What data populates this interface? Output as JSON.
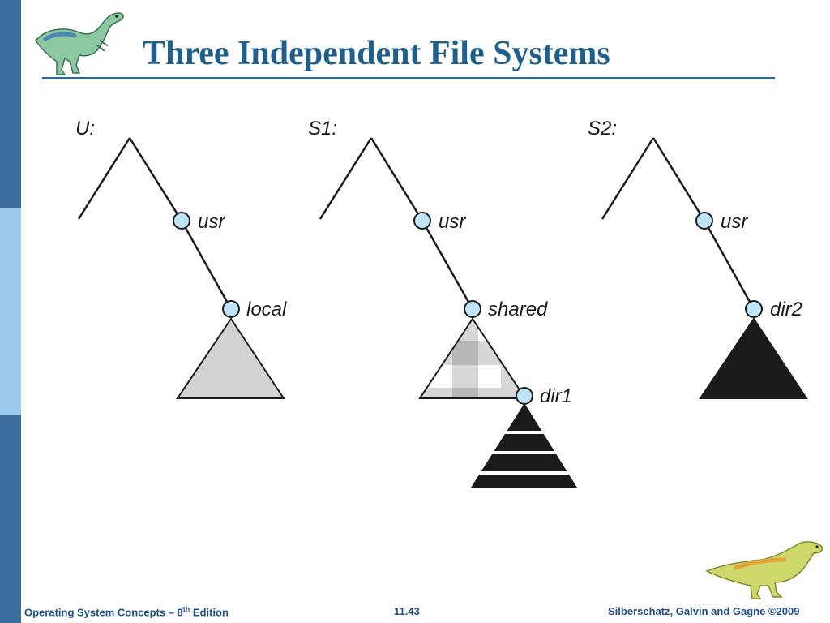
{
  "colors": {
    "bar_top": "#3a6d9e",
    "bar_mid": "#9ec9ee",
    "bar_bot": "#3a6d9e",
    "title": "#1f5f8b",
    "rule": "#2f6b9a",
    "node_fill": "#bfe3f7",
    "node_stroke": "#1a1a1a",
    "tree_gray": "#d2d2d2",
    "tree_black": "#1a1a1a",
    "footer": "#1f4f86"
  },
  "slide": {
    "title": "Three Independent File Systems"
  },
  "diagram": {
    "systems": [
      {
        "id": "U",
        "label": "U:",
        "nodes": [
          "usr",
          "local"
        ],
        "subtree": "solid-gray"
      },
      {
        "id": "S1",
        "label": "S1:",
        "nodes": [
          "usr",
          "shared",
          "dir1"
        ],
        "subtree": "checkered",
        "child_subtree": "striped"
      },
      {
        "id": "S2",
        "label": "S2:",
        "nodes": [
          "usr",
          "dir2"
        ],
        "subtree": "solid-black"
      }
    ],
    "labels": {
      "u_root": "U:",
      "u_usr": "usr",
      "u_local": "local",
      "s1_root": "S1:",
      "s1_usr": "usr",
      "s1_shared": "shared",
      "s1_dir1": "dir1",
      "s2_root": "S2:",
      "s2_usr": "usr",
      "s2_dir2": "dir2"
    }
  },
  "icons": {
    "top_logo": "dinosaur-icon",
    "bottom_logo": "dinosaur-icon"
  },
  "footer": {
    "left_main": "Operating System Concepts – 8",
    "left_sup": "th",
    "left_end": " Edition",
    "center": "11.43",
    "right": "Silberschatz, Galvin and Gagne ©2009"
  }
}
